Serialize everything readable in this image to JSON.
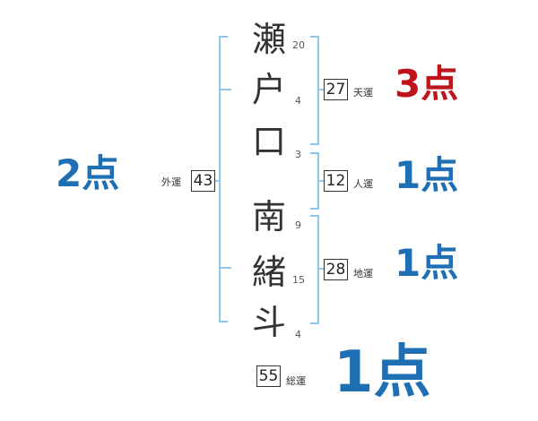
{
  "name_chars": [
    {
      "char": "瀬",
      "strokes": "20"
    },
    {
      "char": "户",
      "strokes": "4"
    },
    {
      "char": "口",
      "strokes": "3"
    },
    {
      "char": "南",
      "strokes": "9"
    },
    {
      "char": "緒",
      "strokes": "15"
    },
    {
      "char": "斗",
      "strokes": "4"
    }
  ],
  "fortunes": {
    "tenkaku": {
      "label": "天運",
      "value": "27",
      "score": "3点",
      "color": "#c0141c"
    },
    "jinkaku": {
      "label": "人運",
      "value": "12",
      "score": "1点",
      "color": "#1f6fb5"
    },
    "chikaku": {
      "label": "地運",
      "value": "28",
      "score": "1点",
      "color": "#1f6fb5"
    },
    "gaikaku": {
      "label": "外運",
      "value": "43",
      "score": "2点",
      "color": "#1f6fb5"
    },
    "soukaku": {
      "label": "総運",
      "value": "55",
      "score": "1点",
      "color": "#1f6fb5"
    }
  },
  "colors": {
    "bracket": "#8ec8ec",
    "text": "#333333"
  }
}
